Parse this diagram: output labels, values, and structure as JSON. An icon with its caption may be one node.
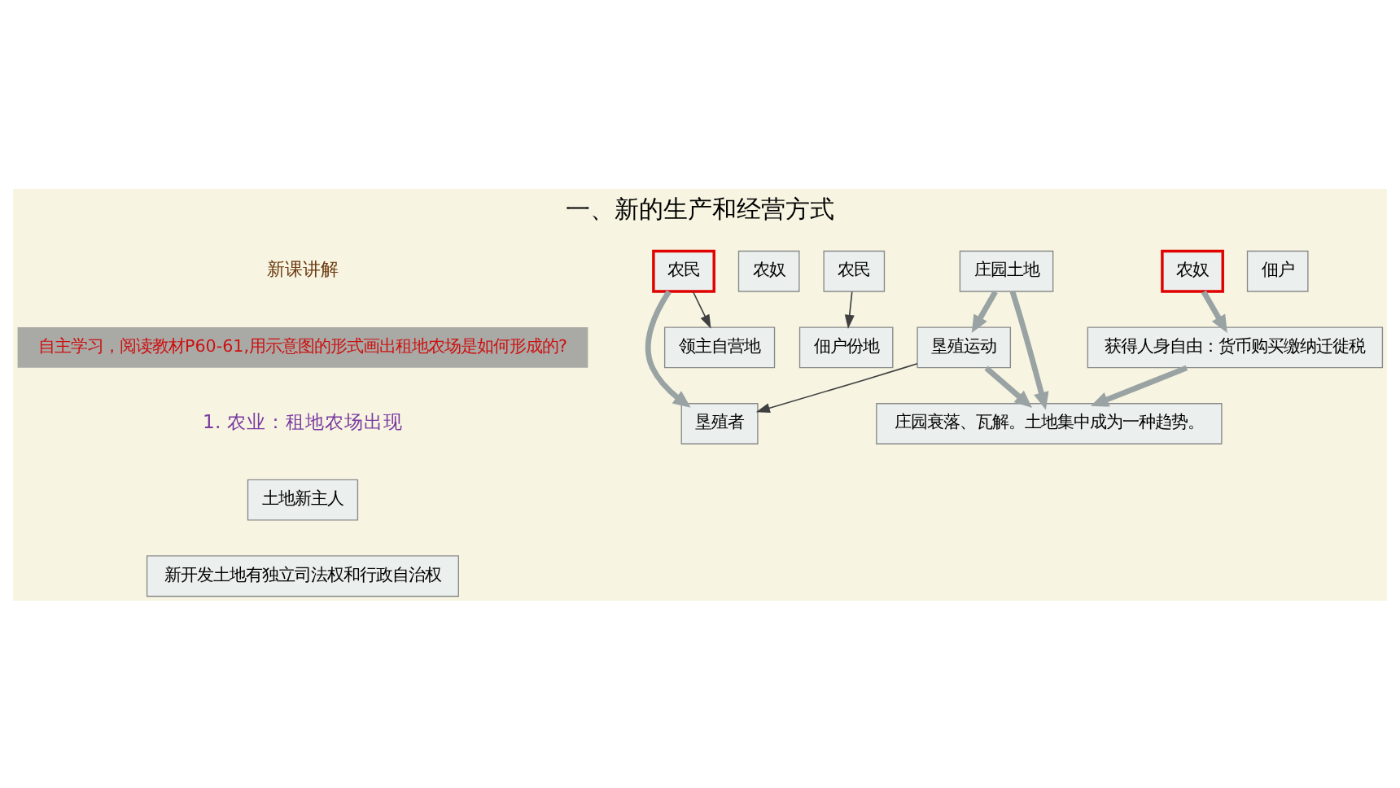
{
  "diagram": {
    "title": "一、新的生产和经营方式",
    "nodes": [
      {
        "text": [
          "垦殖运动"
        ]
      },
      {
        "text": [
          "土地新主人"
        ]
      },
      {
        "text": [
          "新开发土地有独立司法权和行政自治权"
        ]
      },
      {
        "text": [
          "垦殖者"
        ]
      },
      {
        "text": [
          "庄园衰落、瓦解。土地集中成为一种趋势。"
        ]
      },
      {
        "text": [
          "庄园土地"
        ]
      },
      {
        "text": [
          "领主自营地"
        ]
      },
      {
        "text": [
          "佃户份地"
        ]
      },
      {
        "text": [
          "农民"
        ]
      },
      {
        "text": [
          "农奴"
        ]
      },
      {
        "text": [
          "农民"
        ]
      },
      {
        "text": [
          "农奴"
        ]
      },
      {
        "text": [
          "佃户"
        ]
      },
      {
        "text": [
          "获得人身自由：货币购买缴纳迁徙税"
        ]
      }
    ],
    "edges": [
      {
        "from": 0,
        "to": 3,
        "arrow": "to",
        "color": "#404040"
      },
      {
        "from": 0,
        "to": 4,
        "arrow": "to"
      },
      {
        "from": 5,
        "to": 0,
        "arrow": "to"
      },
      {
        "from": 5,
        "to": 4,
        "arrow": "to"
      },
      {
        "from": 8,
        "to": 6,
        "arrow": "to",
        "color": "#404040"
      },
      {
        "from": 10,
        "to": 7,
        "arrow": "to",
        "color": "#404040"
      },
      {
        "from": 8,
        "to": 3,
        "arrow": "to"
      },
      {
        "from": 11,
        "to": 13,
        "arrow": "to"
      },
      {
        "from": 13,
        "to": 4,
        "arrow": "to"
      }
    ],
    "labels": [
      "新课讲解",
      "自主学习，阅读教材P60-61,用示意图的形式画出租地农场是如何形成的?",
      "1. 农业：租地农场出现"
    ]
  }
}
